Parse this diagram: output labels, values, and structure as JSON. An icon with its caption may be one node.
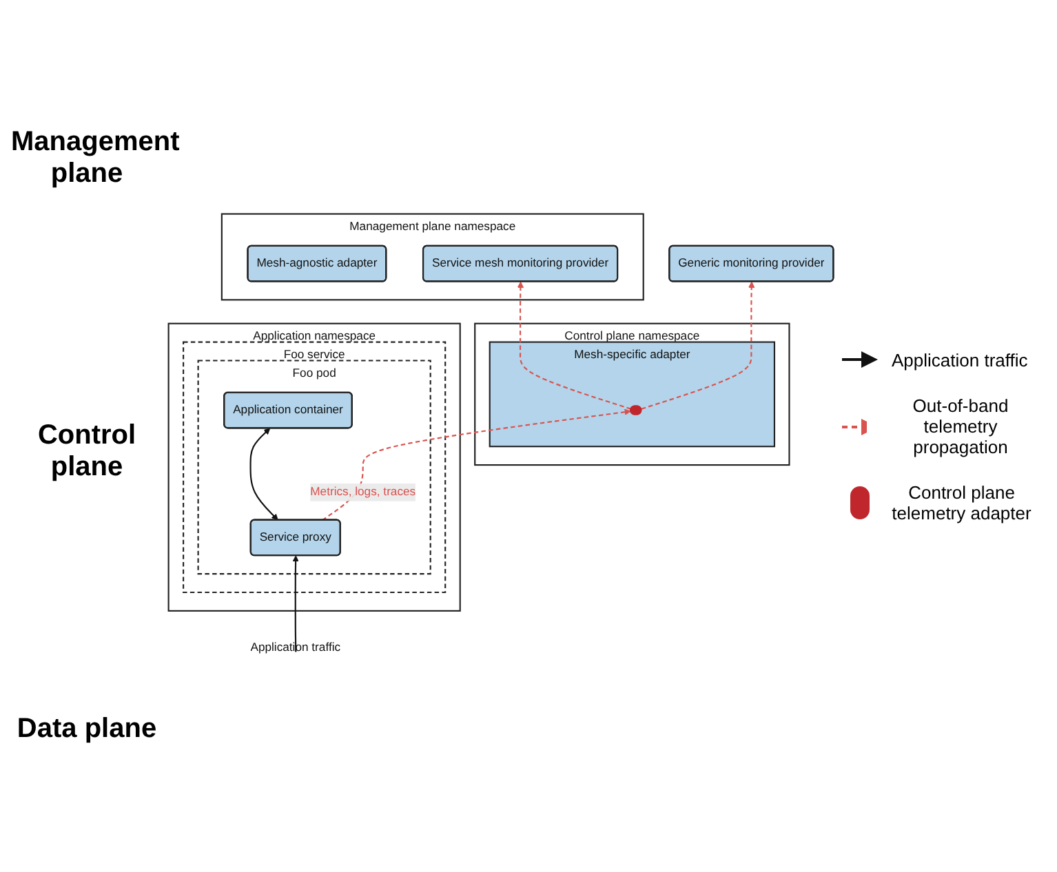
{
  "diagram": {
    "nodes": [
      {
        "text": [
          "Management plane namespace"
        ]
      },
      {
        "text": [
          "Mesh-agnostic adapter"
        ],
        "in": 0
      },
      {
        "text": [
          "Service mesh monitoring provider"
        ],
        "in": 0
      },
      {
        "text": [
          "Control plane namespace"
        ]
      },
      {
        "text": [
          "Mesh-specific adapter"
        ],
        "in": 3
      },
      {
        "text": [],
        "shape": "pill",
        "in": 4
      },
      {
        "text": [
          "Generic monitoring provider"
        ]
      },
      {
        "text": [
          "Application namespace"
        ]
      },
      {
        "text": [
          "Foo service"
        ],
        "in": 7
      },
      {
        "text": [
          "Foo pod"
        ],
        "in": 8
      },
      {
        "text": [
          "Service proxy"
        ],
        "in": 9
      },
      {
        "text": [
          "Application container"
        ],
        "in": 9
      },
      {
        "text": [
          "Application traffic"
        ]
      }
    ],
    "edges": [
      {
        "from": 12,
        "to": 10,
        "arrow": "to",
        "color": "#111111"
      },
      {
        "from": 10,
        "to": 11,
        "arrow": "both",
        "color": "#111111"
      },
      {
        "from": 10,
        "to": 5,
        "arrow": "to",
        "label": "Metrics, logs, traces",
        "style": "dashed",
        "color": "#d9534f"
      },
      {
        "from": 5,
        "to": 2,
        "arrow": "to",
        "style": "dashed",
        "color": "#d9534f"
      },
      {
        "from": 5,
        "to": 6,
        "arrow": "to",
        "style": "dashed",
        "color": "#d9534f"
      }
    ],
    "labels": [
      "Management plane",
      "Control plane",
      "Data plane"
    ],
    "legend": [
      {
        "text": "Application traffic"
      },
      {
        "text": "Out-of-band telemetry propagation"
      },
      {
        "text": "Control plane telemetry adapter"
      }
    ]
  }
}
